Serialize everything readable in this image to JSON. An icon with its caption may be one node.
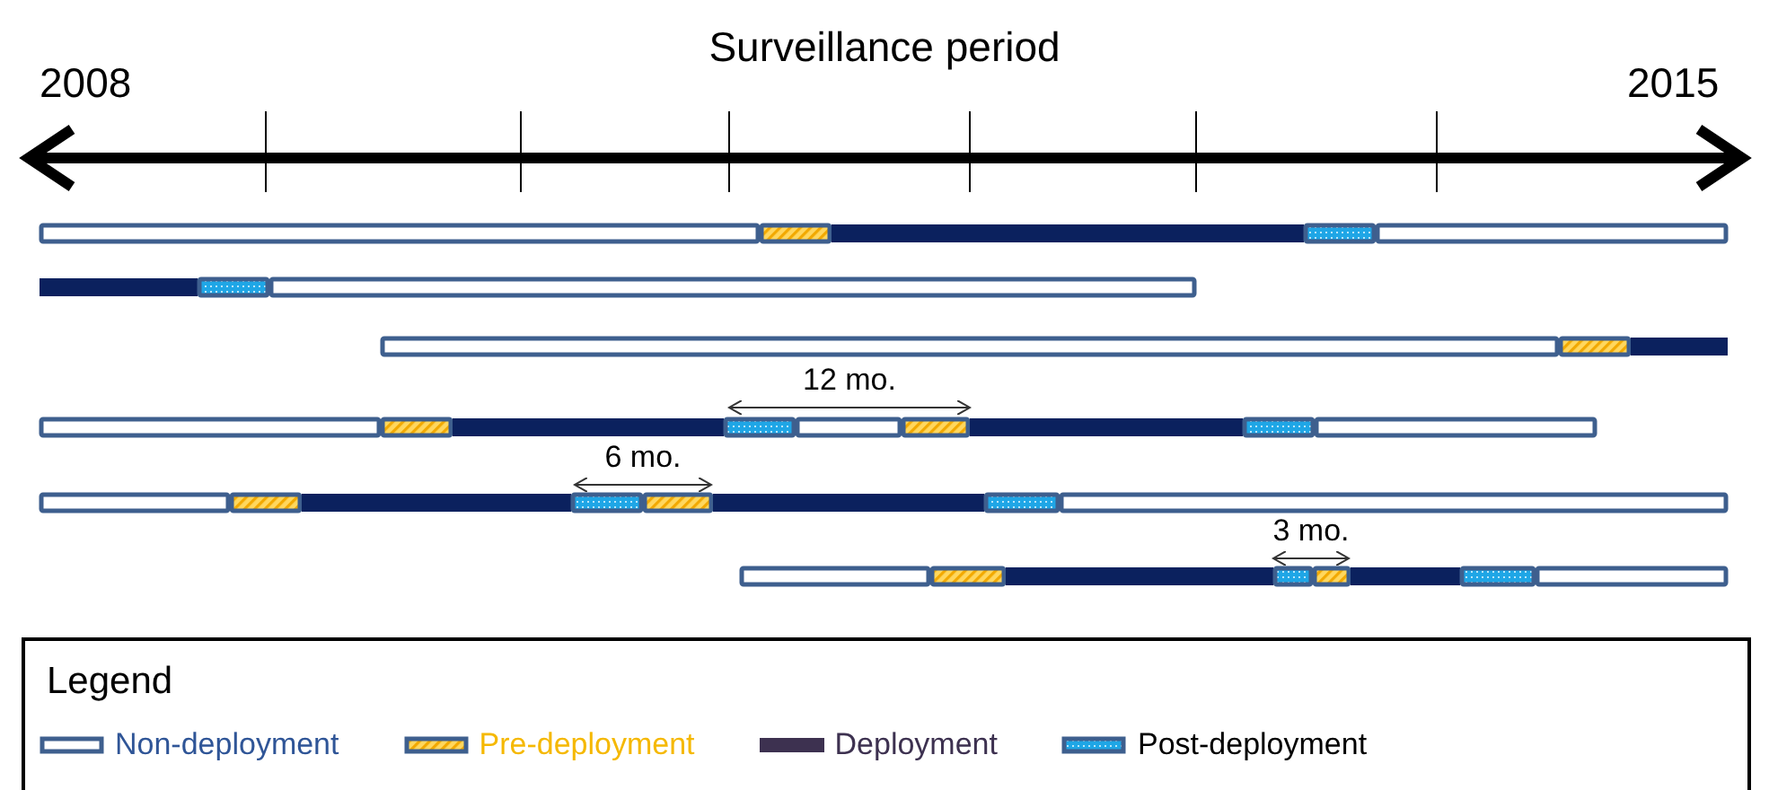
{
  "diagram": {
    "title": "Surveillance period",
    "labels": [
      "2008",
      "2015",
      "12 mo.",
      "6 mo.",
      "3 mo.",
      "Legend"
    ],
    "legend": [
      {
        "text": "Non-deployment"
      },
      {
        "text": "Pre-deployment"
      },
      {
        "text": "Deployment",
        "color": "#3d3150"
      },
      {
        "text": "Post-deployment"
      }
    ]
  }
}
